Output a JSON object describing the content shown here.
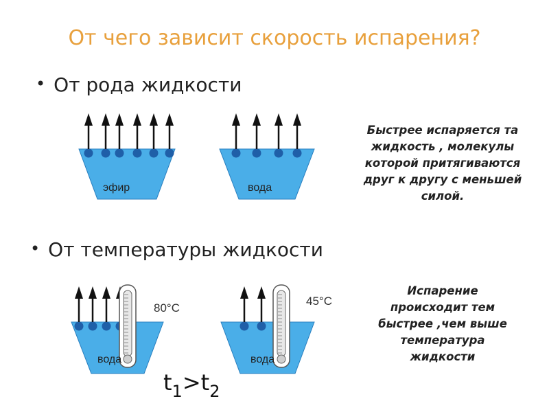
{
  "title": "От чего зависит скорость испарения?",
  "bullets": [
    {
      "marker": "•",
      "text": "От рода жидкости"
    },
    {
      "marker": "•",
      "text": "От температуры жидкости"
    }
  ],
  "explanations": [
    [
      "Быстрее испаряется та",
      "жидкость , молекулы",
      "которой притягиваются",
      "друг к другу с меньшей",
      "силой."
    ],
    [
      "Испарение",
      "происходит тем",
      "быстрее ,чем выше",
      "температура",
      "жидкости"
    ]
  ],
  "vessels": [
    {
      "label": "эфир",
      "molecules": 6,
      "thermometer": false
    },
    {
      "label": "вода",
      "molecules": 4,
      "thermometer": false
    },
    {
      "label": "вода",
      "molecules": 4,
      "thermometer": true,
      "temperature": "80°С"
    },
    {
      "label": "вода",
      "molecules": 2,
      "thermometer": true,
      "temperature": "45°С"
    }
  ],
  "formula": {
    "t": "t",
    "sub1": "1",
    "gt": ">",
    "sub2": "2"
  },
  "colors": {
    "title": "#e8a03c",
    "liquid": "#4aaee8",
    "molecule": "#1f5fa8",
    "arrow": "#111111"
  }
}
